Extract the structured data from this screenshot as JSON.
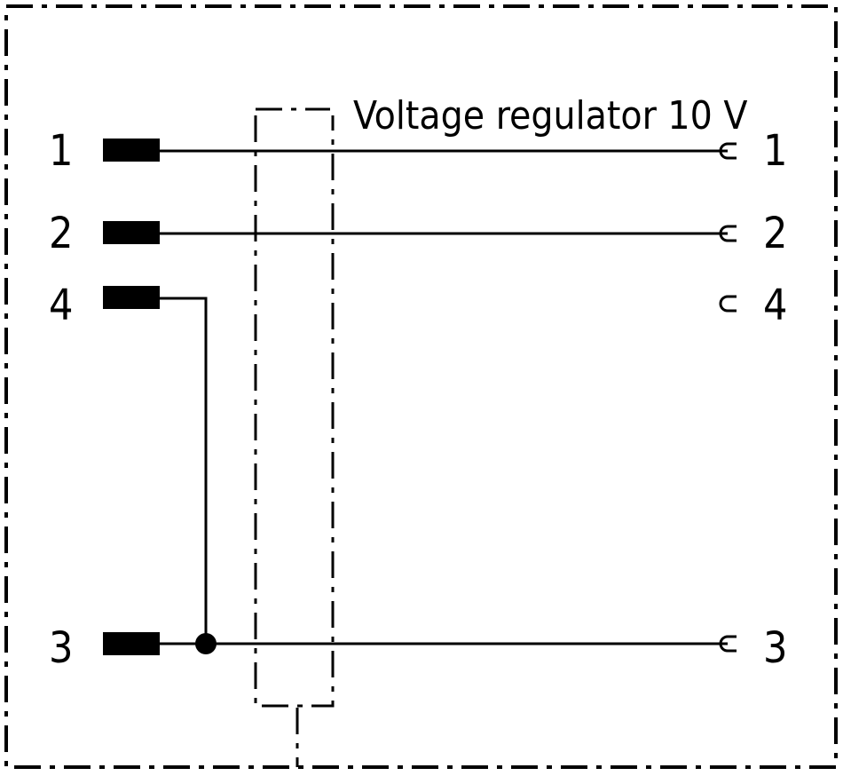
{
  "title": "Voltage regulator 10 V",
  "left_pins": [
    "1",
    "2",
    "4",
    "3"
  ],
  "right_pins": [
    "1",
    "2",
    "4",
    "3"
  ]
}
